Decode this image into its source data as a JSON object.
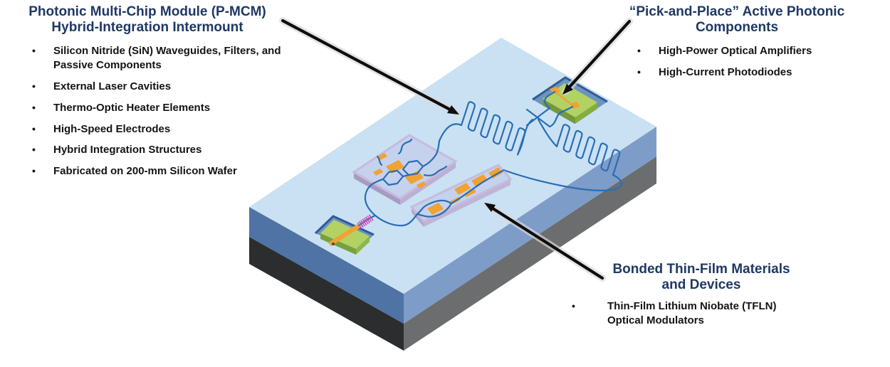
{
  "glyphs": {
    "bullet": "•"
  },
  "colors": {
    "title_navy": "#1f3864",
    "body_text": "#141414",
    "wafer_top": "#c9e1f3",
    "wafer_side_right": "#7e9cc8",
    "wafer_side_left": "#4e73a4",
    "wafer_base_right": "#6c6d6f",
    "wafer_base_left": "#2c2d2f",
    "pocket_blue": "#6f93c0",
    "pocket_rim": "#2f5b96",
    "chip_green": "#b2d264",
    "chip_green_side": "#86ad41",
    "pad_orange": "#f0a232",
    "interposer_lavender": "#c3cdea",
    "interposer_rim": "#c6bbdc",
    "waveguide_blue": "#2a6db5",
    "grating_pink": "#e84aa4",
    "grating_purple": "#b04fc0",
    "arrow_black": "#0e0e0e"
  },
  "callouts": {
    "pmcm": {
      "title_lines": [
        "Photonic Multi-Chip Module (P-MCM)",
        "Hybrid-Integration Intermount"
      ],
      "bullets": [
        "Silicon Nitride (SiN) Waveguides, Filters, and Passive Components",
        "External Laser Cavities",
        "Thermo-Optic Heater Elements",
        "High-Speed Electrodes",
        "Hybrid Integration Structures",
        "Fabricated on 200-mm Silicon Wafer"
      ]
    },
    "active_components": {
      "title_lines": [
        "“Pick-and-Place” Active Photonic",
        "Components"
      ],
      "bullets": [
        "High-Power Optical Amplifiers",
        "High-Current Photodiodes"
      ]
    },
    "bonded": {
      "title_lines": [
        "Bonded Thin-Film Materials",
        "and Devices"
      ],
      "bullets": [
        "Thin-Film Lithium Niobate (TFLN) Optical Modulators"
      ]
    }
  }
}
